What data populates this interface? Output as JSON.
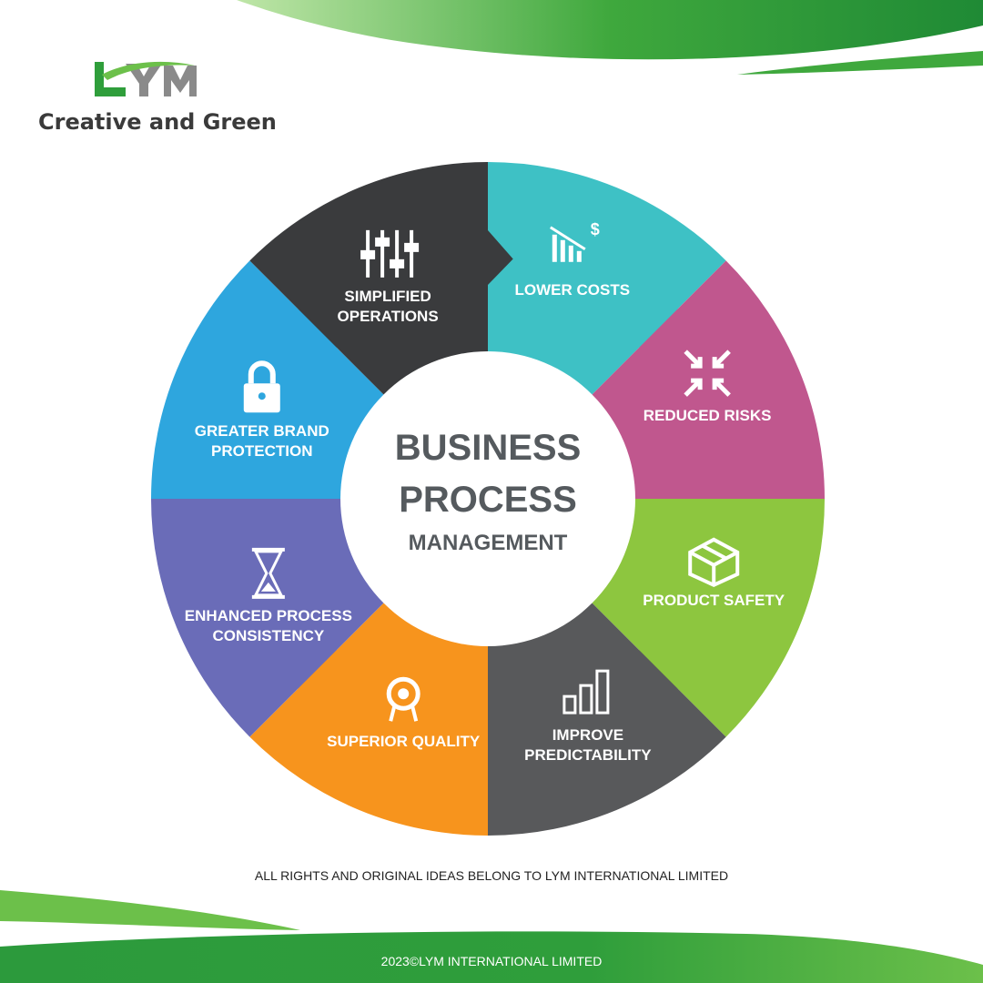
{
  "brand": {
    "logo_text": "LYM",
    "tagline": "Creative and Green"
  },
  "diagram": {
    "center": {
      "line1": "BUSINESS",
      "line2": "PROCESS",
      "line3": "MANAGEMENT"
    },
    "segments": [
      {
        "label_lines": [
          "LOWER COSTS"
        ],
        "color": "#3ec1c5",
        "icon": "falling-cost-chart-icon"
      },
      {
        "label_lines": [
          "REDUCED RISKS"
        ],
        "color": "#c0578e",
        "icon": "converging-arrows-icon"
      },
      {
        "label_lines": [
          "PRODUCT SAFETY"
        ],
        "color": "#8dc63f",
        "icon": "package-box-icon"
      },
      {
        "label_lines": [
          "IMPROVE",
          "PREDICTABILITY"
        ],
        "color": "#58595b",
        "icon": "bar-chart-icon"
      },
      {
        "label_lines": [
          "SUPERIOR QUALITY"
        ],
        "color": "#f7941d",
        "icon": "award-badge-icon"
      },
      {
        "label_lines": [
          "ENHANCED PROCESS",
          "CONSISTENCY"
        ],
        "color": "#6a6cb8",
        "icon": "hourglass-icon"
      },
      {
        "label_lines": [
          "GREATER BRAND",
          "PROTECTION"
        ],
        "color": "#2ea6de",
        "icon": "padlock-icon"
      },
      {
        "label_lines": [
          "SIMPLIFIED",
          "OPERATIONS"
        ],
        "color": "#3a3b3d",
        "icon": "equalizer-sliders-icon"
      }
    ]
  },
  "footer": {
    "rights": "ALL RIGHTS AND ORIGINAL IDEAS BELONG TO LYM INTERNATIONAL LIMITED",
    "copyright": "2023©LYM INTERNATIONAL LIMITED"
  },
  "colors": {
    "brand_green": "#2f9e3b",
    "light_green": "#6cc04a",
    "center_text": "#555a5e"
  }
}
